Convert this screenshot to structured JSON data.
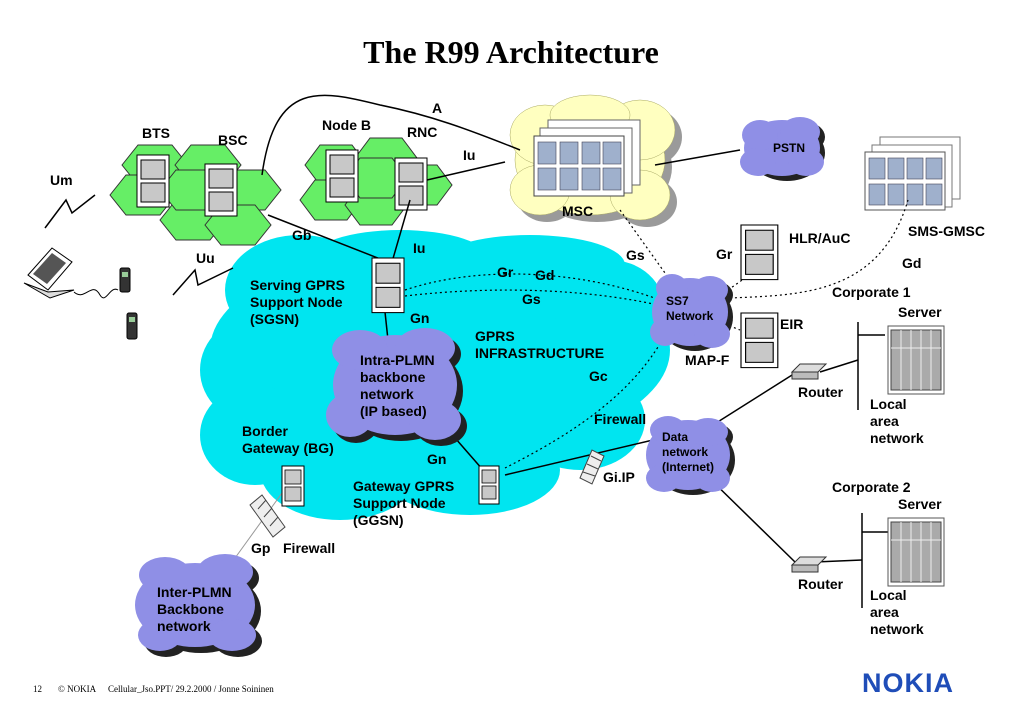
{
  "title": "The R99 Architecture",
  "labels": {
    "bts": "BTS",
    "bsc": "BSC",
    "node_b": "Node B",
    "rnc": "RNC",
    "a": "A",
    "iu_top": "Iu",
    "msc": "MSC",
    "pstn": "PSTN",
    "sms_gmsc": "SMS-GMSC",
    "hlr_auc": "HLR/AuC",
    "um": "Um",
    "gb": "Gb",
    "iu_mid": "Iu",
    "uu": "Uu",
    "gs_left": "Gs",
    "gr_left": "Gr",
    "gr": "Gr",
    "gd": "Gd",
    "gs_mid": "Gs",
    "gd_right": "Gd",
    "corporate1": "Corporate 1",
    "server1": "Server",
    "sgsn_1": "Serving GPRS",
    "sgsn_2": "Support Node",
    "sgsn_3": "(SGSN)",
    "gn_top": "Gn",
    "ss7_1": "SS7",
    "ss7_2": "Network",
    "eir": "EIR",
    "gprs_1": "GPRS",
    "gprs_2": "INFRASTRUCTURE",
    "map_f": "MAP-F",
    "intra_1": "Intra-PLMN",
    "intra_2": "backbone",
    "intra_3": "network",
    "intra_4": "(IP based)",
    "gc": "Gc",
    "router1": "Router",
    "lan1_1": "Local",
    "lan1_2": "area",
    "lan1_3": "network",
    "firewall_right": "Firewall",
    "data_1": "Data",
    "data_2": "network",
    "data_3": "(Internet)",
    "bg_1": "Border",
    "bg_2": "Gateway (BG)",
    "gn_bottom": "Gn",
    "gi_ip": "Gi.IP",
    "ggsn_1": "Gateway GPRS",
    "ggsn_2": "Support Node",
    "ggsn_3": "(GGSN)",
    "corporate2": "Corporate 2",
    "server2": "Server",
    "gp": "Gp",
    "firewall_left": "Firewall",
    "router2": "Router",
    "inter_1": "Inter-PLMN",
    "inter_2": "Backbone",
    "inter_3": "network",
    "lan2_1": "Local",
    "lan2_2": "area",
    "lan2_3": "network"
  },
  "footer": {
    "page": "12",
    "copyright": "© NOKIA",
    "file": "Cellular_Jso.PPT/ 29.2.2000 / Jonne Soininen"
  },
  "logo": "NOKIA",
  "colors": {
    "gprs_cloud": "#00e5f0",
    "msc_cloud": "#ffffc0",
    "lavender_cloud": "#8f8fe6",
    "cell_green": "#66ee66",
    "logo_blue": "#1f4db8"
  }
}
